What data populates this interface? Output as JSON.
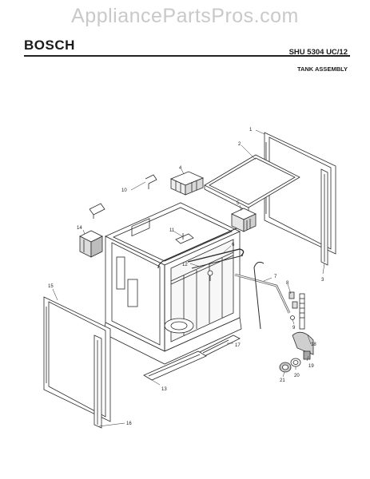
{
  "header": {
    "watermark": "AppliancePartsPros.com",
    "brand": "BOSCH",
    "model": "SHU 5304 UC/12",
    "section": "TANK ASSEMBLY"
  },
  "callouts": [
    "1",
    "2",
    "3",
    "4",
    "5",
    "6",
    "7",
    "8",
    "9",
    "10",
    "11",
    "12",
    "13",
    "14",
    "15",
    "16",
    "17",
    "18",
    "19",
    "20",
    "21"
  ]
}
